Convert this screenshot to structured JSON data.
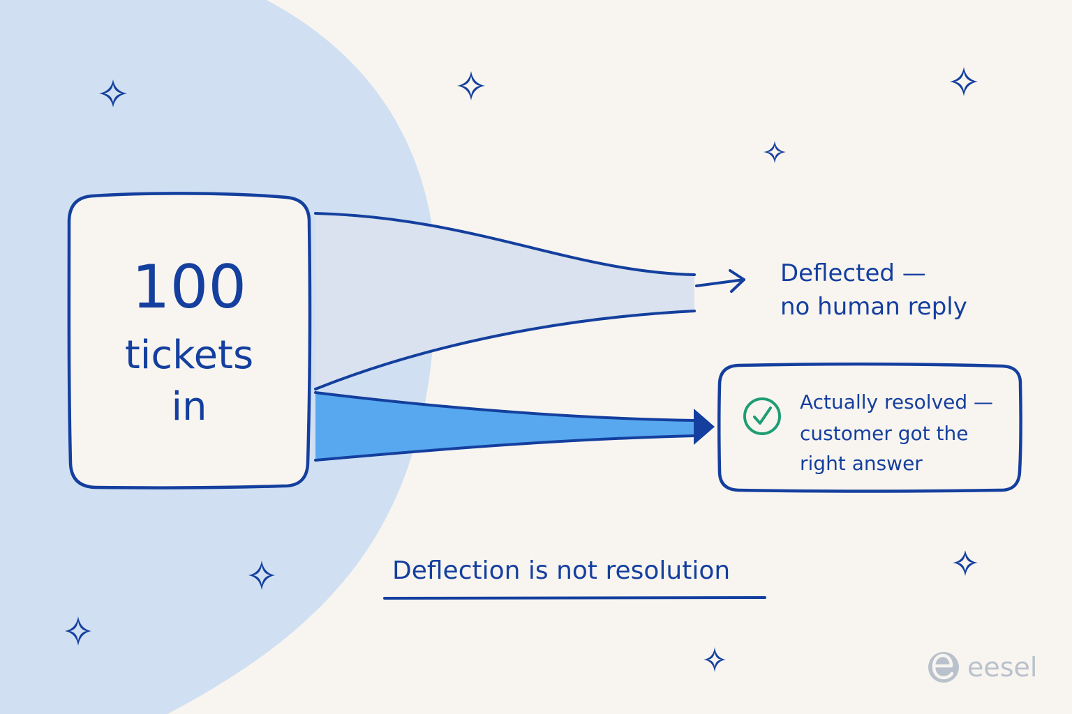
{
  "source": {
    "count": "100",
    "line1": "tickets",
    "line2": "in"
  },
  "outcomes": {
    "deflected": {
      "line1": "Deflected —",
      "line2": "no human reply"
    },
    "resolved": {
      "line1": "Actually resolved —",
      "line2": "customer got the",
      "line3": "right answer"
    }
  },
  "caption": "Deflection is not resolution",
  "brand": {
    "name": "eesel",
    "icon": "eesel-logo-icon"
  },
  "icons": {
    "resolved": "check-circle-icon",
    "decor": "sparkle-icon"
  },
  "colors": {
    "ink": "#143f9e",
    "background": "#f8f5f0",
    "blob": "#d0e0f2",
    "deflected_band": "#d9e2ee",
    "resolved_band": "#57a8ee",
    "check": "#1f9d74",
    "brand": "#b9c1cc"
  }
}
